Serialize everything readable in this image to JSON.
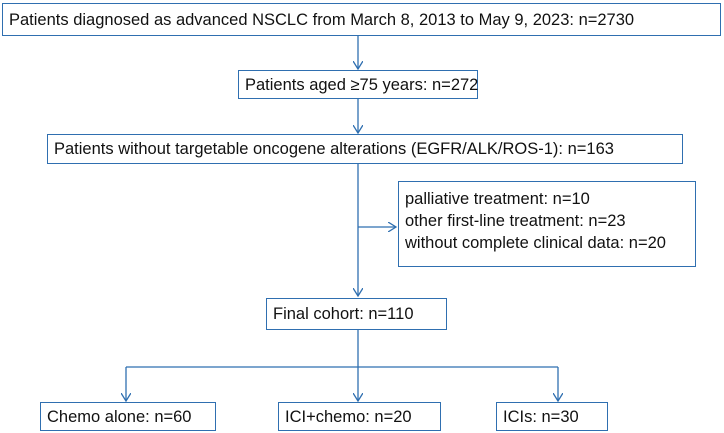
{
  "flowchart": {
    "boxes": {
      "diagnosed": "Patients diagnosed as advanced NSCLC from March 8, 2013 to May 9, 2023: n=2730",
      "aged": "Patients aged ≥75 years: n=272",
      "no_targetable": "Patients without targetable oncogene alterations (EGFR/ALK/ROS-1): n=163",
      "exclusions": [
        "palliative treatment: n=10",
        "other first-line treatment: n=23",
        "without complete clinical data: n=20"
      ],
      "final_cohort": "Final cohort: n=110",
      "groups": [
        "Chemo alone: n=60",
        "ICI+chemo: n=20",
        "ICIs: n=30"
      ]
    },
    "colors": {
      "line": "#2f6fb0",
      "text": "#111111",
      "background": "#ffffff"
    }
  }
}
